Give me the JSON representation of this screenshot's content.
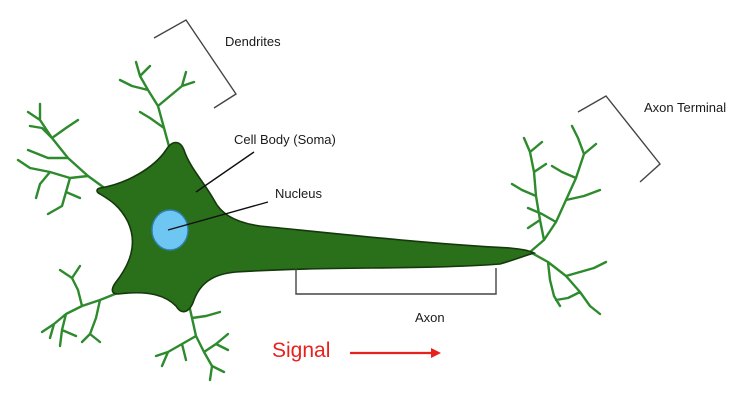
{
  "labels": {
    "dendrites": "Dendrites",
    "cell_body": "Cell Body (Soma)",
    "nucleus": "Nucleus",
    "axon_terminal": "Axon Terminal",
    "axon": "Axon",
    "signal": "Signal"
  },
  "colors": {
    "neuron_fill": "#2a6f1a",
    "neuron_outline": "#15380d",
    "dendrite": "#2d8a2d",
    "nucleus": "#6ec6f2",
    "bracket": "#444444",
    "leader": "#111111",
    "signal": "#e8211d",
    "background": "#ffffff"
  }
}
